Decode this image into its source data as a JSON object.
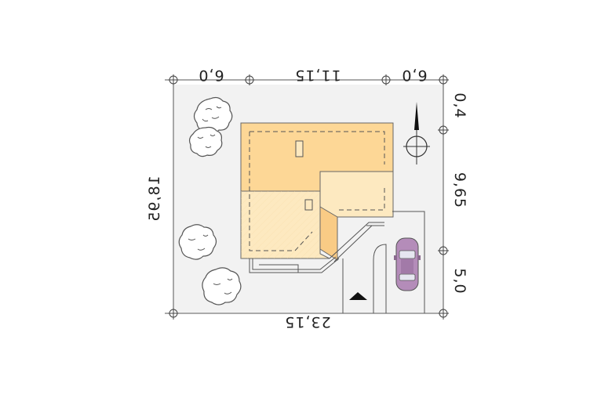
{
  "dimensions": {
    "top": [
      "6,0",
      "11,15",
      "6,0"
    ],
    "left_total": "18,95",
    "right": [
      "0,4",
      "9,65",
      "5,0"
    ],
    "bottom_total": "23,15"
  },
  "colors": {
    "plot": "#f2f2f2",
    "roof_dark": "#fdd796",
    "roof_light": "#fde9c0",
    "car_body": "#b48cb9",
    "arrow": "#111111"
  },
  "icons": [
    "north-arrow-icon",
    "compass-icon",
    "entrance-arrow-icon",
    "car-icon",
    "tree-icon"
  ]
}
